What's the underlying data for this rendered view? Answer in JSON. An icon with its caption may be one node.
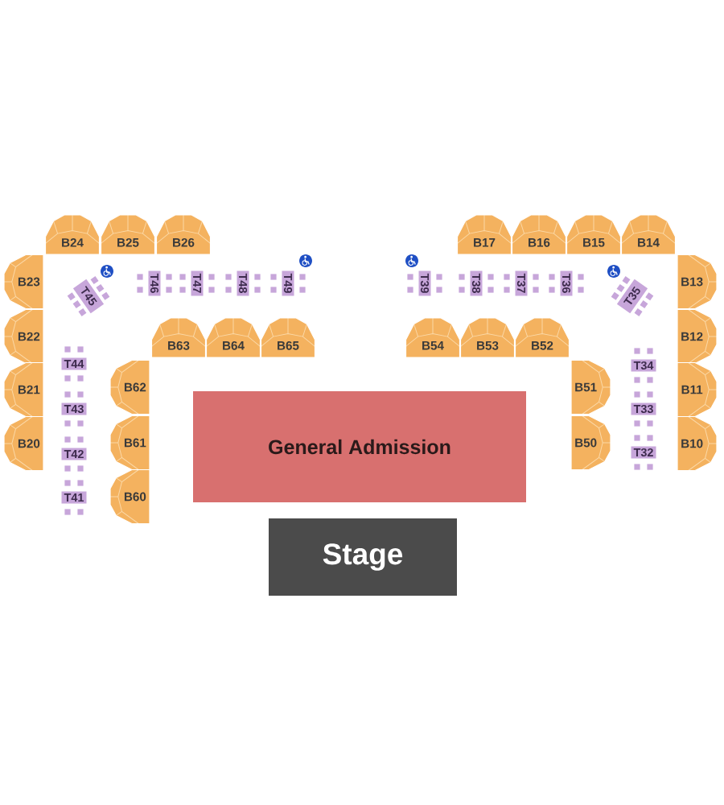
{
  "diagram": {
    "nodes": [
      {
        "text": [
          "B24"
        ]
      },
      {
        "text": [
          "B25"
        ]
      },
      {
        "text": [
          "B26"
        ]
      },
      {
        "text": [
          "B17"
        ]
      },
      {
        "text": [
          "B16"
        ]
      },
      {
        "text": [
          "B15"
        ]
      },
      {
        "text": [
          "B14"
        ]
      },
      {
        "text": [
          "B23"
        ]
      },
      {
        "text": [
          "T45"
        ]
      },
      {
        "text": [
          "T46"
        ]
      },
      {
        "text": [
          "T47"
        ]
      },
      {
        "text": [
          "T48"
        ]
      },
      {
        "text": [
          "T49"
        ]
      },
      {
        "text": [
          "T39"
        ]
      },
      {
        "text": [
          "T38"
        ]
      },
      {
        "text": [
          "T37"
        ]
      },
      {
        "text": [
          "T36"
        ]
      },
      {
        "text": [
          "T35"
        ]
      },
      {
        "text": [
          "B13"
        ]
      },
      {
        "text": [
          "B22"
        ]
      },
      {
        "text": [
          "B63"
        ]
      },
      {
        "text": [
          "B64"
        ]
      },
      {
        "text": [
          "B65"
        ]
      },
      {
        "text": [
          "B54"
        ]
      },
      {
        "text": [
          "B53"
        ]
      },
      {
        "text": [
          "B52"
        ]
      },
      {
        "text": [
          "B12"
        ]
      },
      {
        "text": [
          "B21"
        ]
      },
      {
        "text": [
          "T44"
        ]
      },
      {
        "text": [
          "B62"
        ]
      },
      {
        "text": [
          "B51"
        ]
      },
      {
        "text": [
          "T34"
        ]
      },
      {
        "text": [
          "B11"
        ]
      },
      {
        "text": [
          "T43"
        ]
      },
      {
        "text": [
          "General Admission"
        ]
      },
      {
        "text": [
          "T33"
        ]
      },
      {
        "text": [
          "B20"
        ]
      },
      {
        "text": [
          "T42"
        ]
      },
      {
        "text": [
          "B61"
        ]
      },
      {
        "text": [
          "B50"
        ]
      },
      {
        "text": [
          "T32"
        ]
      },
      {
        "text": [
          "B10"
        ]
      },
      {
        "text": [
          "T41"
        ]
      },
      {
        "text": [
          "B60"
        ]
      },
      {
        "text": [
          "Stage"
        ]
      }
    ]
  }
}
